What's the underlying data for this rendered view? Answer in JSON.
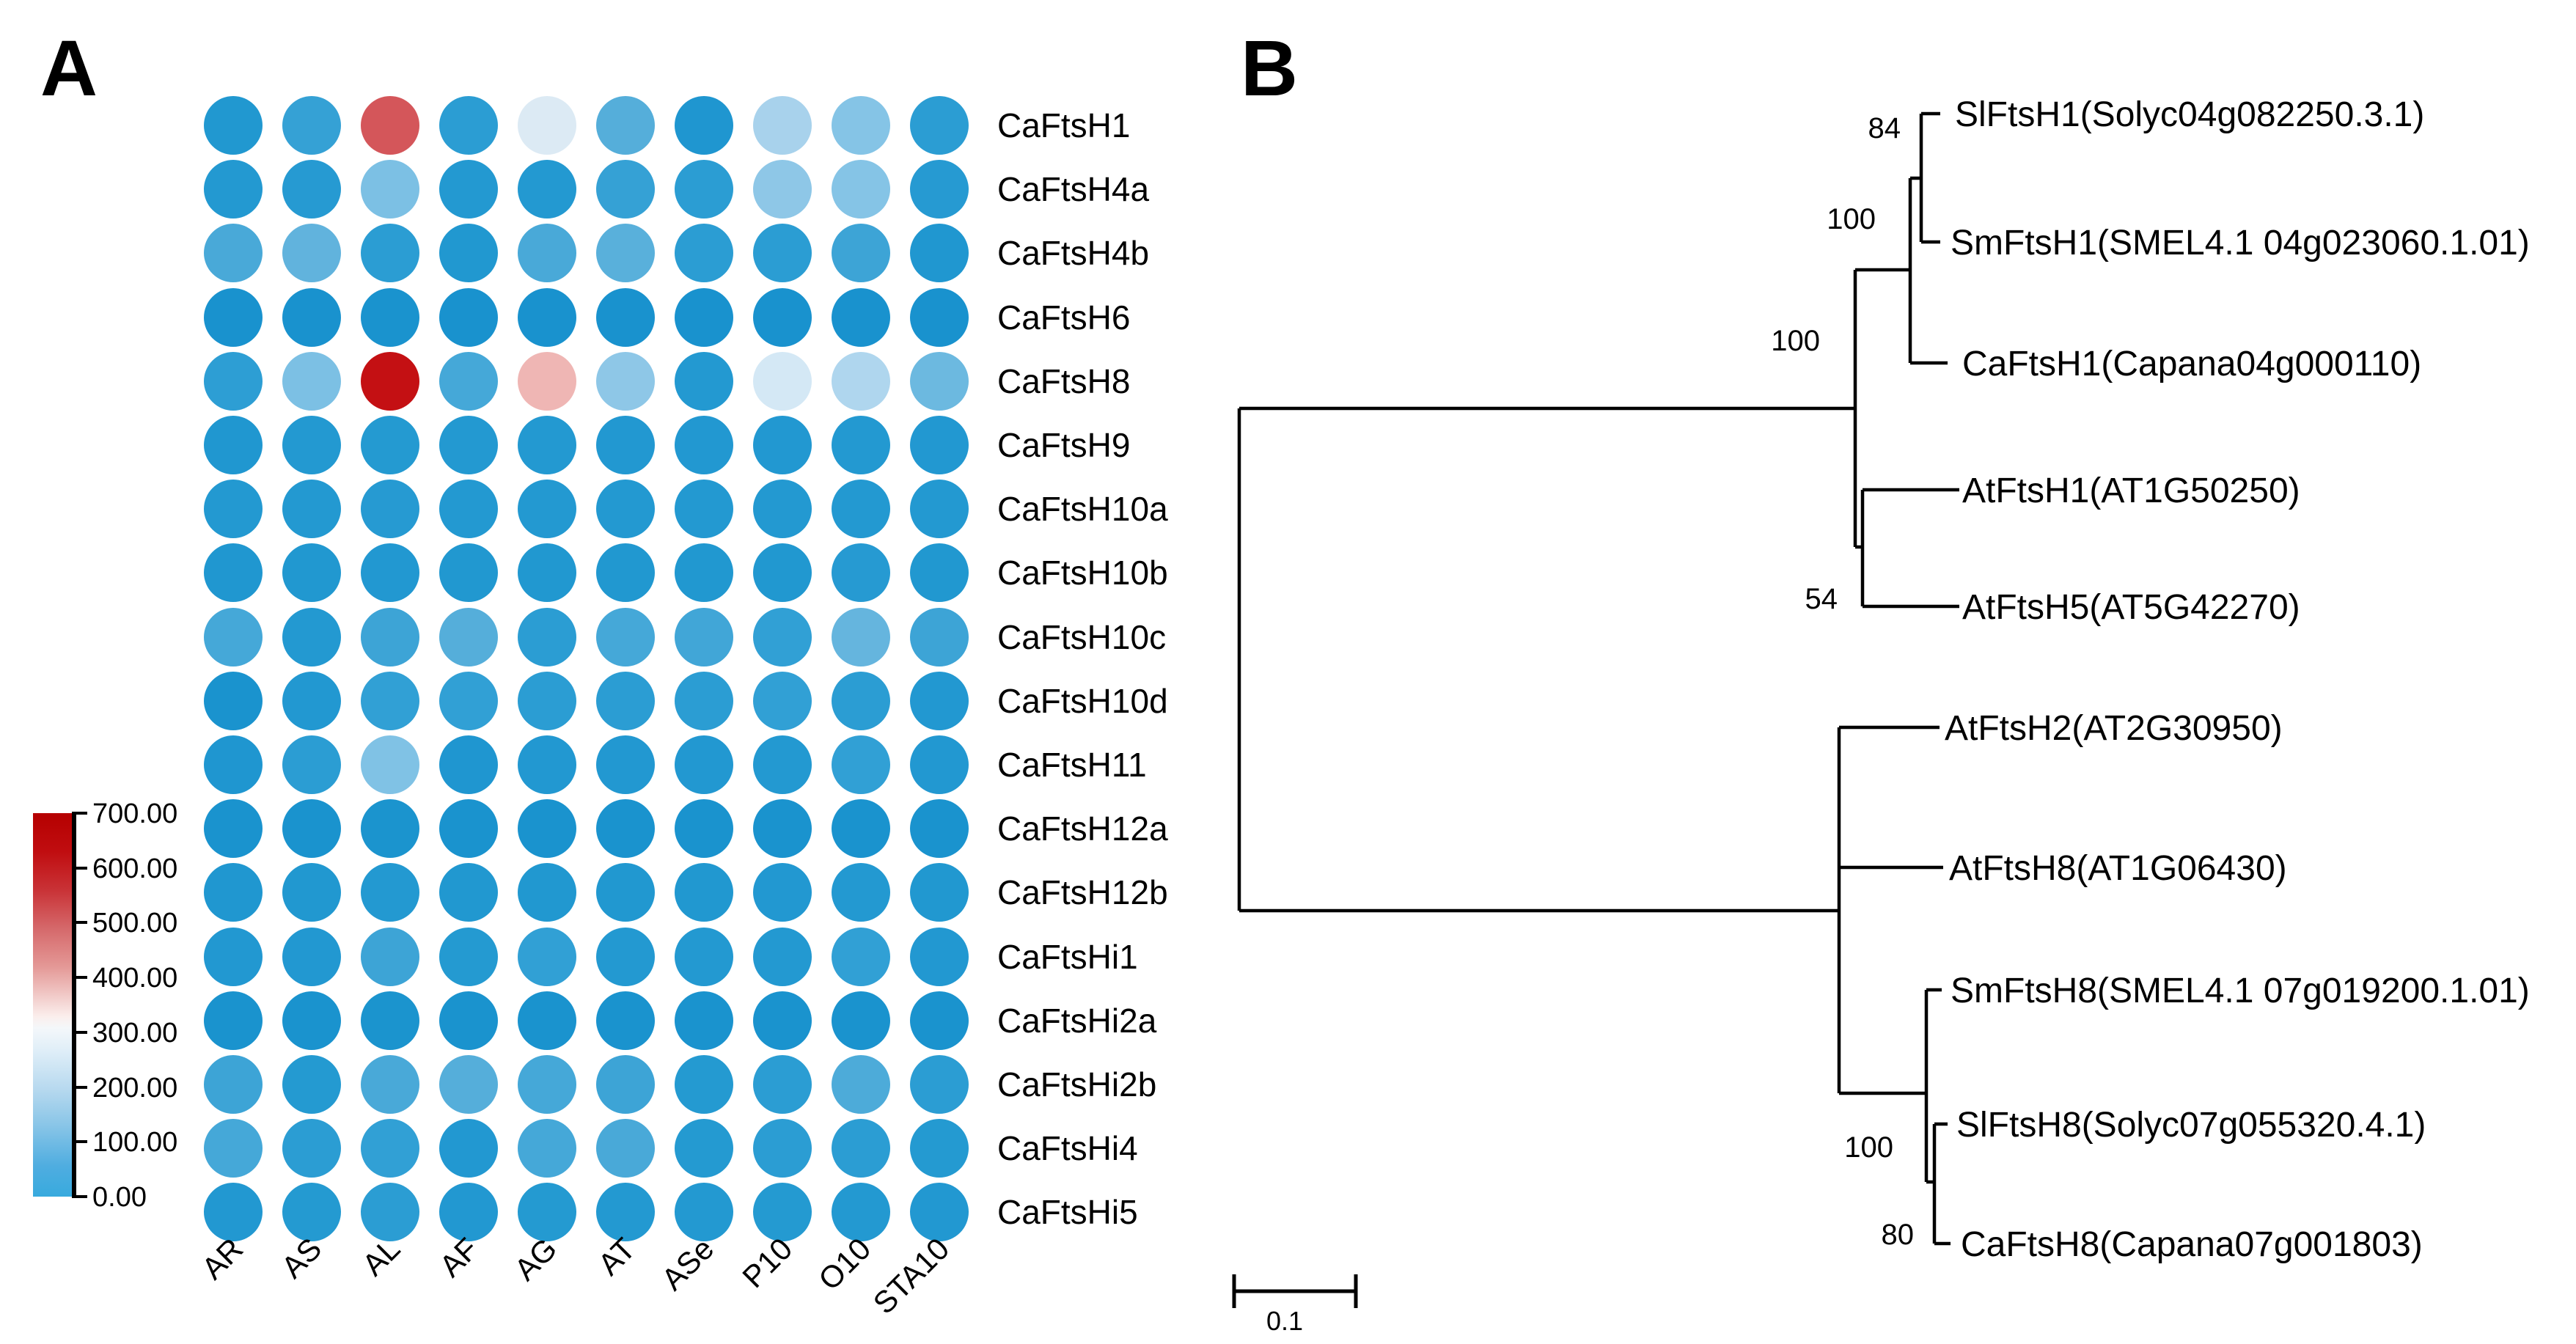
{
  "figure": {
    "panel_a_label": "A",
    "panel_b_label": "B",
    "background": "#ffffff"
  },
  "chart_data": [
    {
      "type": "heatmap",
      "panel": "A",
      "title": "",
      "description": "Dot-matrix heatmap of CaFtsH/CaFtsHi gene expression under ten treatments; dot color encodes expression (blue = low, white = mid, red = high).",
      "categories": [
        "AR",
        "AS",
        "AL",
        "AF",
        "AG",
        "AT",
        "ASe",
        "P10",
        "O10",
        "STA10"
      ],
      "rows": [
        "CaFtsH1",
        "CaFtsH4a",
        "CaFtsH4b",
        "CaFtsH6",
        "CaFtsH8",
        "CaFtsH9",
        "CaFtsH10a",
        "CaFtsH10b",
        "CaFtsH10c",
        "CaFtsH10d",
        "CaFtsH11",
        "CaFtsH12a",
        "CaFtsH12b",
        "CaFtsHi1",
        "CaFtsHi2a",
        "CaFtsHi2b",
        "CaFtsHi4",
        "CaFtsHi5"
      ],
      "values": [
        [
          50,
          110,
          560,
          90,
          320,
          150,
          40,
          250,
          210,
          90
        ],
        [
          60,
          70,
          200,
          60,
          60,
          110,
          90,
          220,
          210,
          70
        ],
        [
          135,
          165,
          90,
          50,
          135,
          155,
          90,
          90,
          120,
          45
        ],
        [
          10,
          10,
          15,
          10,
          10,
          10,
          10,
          10,
          10,
          10
        ],
        [
          100,
          200,
          690,
          130,
          430,
          220,
          60,
          310,
          260,
          180
        ],
        [
          45,
          60,
          65,
          60,
          60,
          55,
          55,
          55,
          60,
          55
        ],
        [
          60,
          60,
          70,
          60,
          60,
          60,
          60,
          60,
          60,
          60
        ],
        [
          45,
          50,
          55,
          50,
          50,
          50,
          50,
          50,
          70,
          50
        ],
        [
          130,
          60,
          120,
          150,
          90,
          130,
          125,
          105,
          170,
          120
        ],
        [
          15,
          55,
          105,
          105,
          90,
          90,
          90,
          105,
          90,
          55
        ],
        [
          40,
          90,
          205,
          40,
          55,
          55,
          55,
          60,
          105,
          55
        ],
        [
          15,
          15,
          20,
          15,
          15,
          15,
          15,
          15,
          15,
          15
        ],
        [
          45,
          50,
          60,
          50,
          50,
          50,
          50,
          55,
          60,
          50
        ],
        [
          55,
          55,
          120,
          65,
          105,
          60,
          60,
          60,
          105,
          55
        ],
        [
          15,
          15,
          20,
          15,
          15,
          15,
          15,
          15,
          15,
          15
        ],
        [
          120,
          65,
          135,
          150,
          130,
          120,
          65,
          90,
          140,
          90
        ],
        [
          130,
          90,
          105,
          55,
          130,
          135,
          65,
          90,
          90,
          65
        ],
        [
          55,
          65,
          90,
          55,
          65,
          60,
          60,
          65,
          60,
          55
        ]
      ],
      "value_note": "Values estimated from dot colors read against the 0.00-700.00 colorbar.",
      "colorbar": {
        "min": 0,
        "max": 700,
        "tick_labels": [
          "700.00",
          "600.00",
          "500.00",
          "400.00",
          "300.00",
          "200.00",
          "100.00",
          "0.00"
        ],
        "low_color": "#38aade",
        "mid_color": "#ffffff",
        "high_color": "#b50000"
      },
      "legend_position": "left-bottom",
      "grid": false
    },
    {
      "type": "tree",
      "panel": "B",
      "description": "Neighbor-joining phylogenetic tree of FtsH1/FtsH5 and FtsH2/FtsH8 proteins with bootstrap support values.",
      "tips": [
        "SlFtsH1(Solyc04g082250.3.1)",
        "SmFtsH1(SMEL4.1 04g023060.1.01)",
        "CaFtsH1(Capana04g000110)",
        "AtFtsH1(AT1G50250)",
        "AtFtsH5(AT5G42270)",
        "AtFtsH2(AT2G30950)",
        "AtFtsH8(AT1G06430)",
        "SmFtsH8(SMEL4.1 07g019200.1.01)",
        "SlFtsH8(Solyc07g055320.4.1)",
        "CaFtsH8(Capana07g001803)"
      ],
      "bootstrap_values": [
        "84",
        "100",
        "100",
        "54",
        "100",
        "80"
      ],
      "topology_newick": "((((SlFtsH1,SmFtsH1)84,CaFtsH1)100,(AtFtsH1,AtFtsH5)54)100,(AtFtsH2,AtFtsH8,(SmFtsH8,(SlFtsH8,CaFtsH8)80)100));",
      "scale_bar_label": "0.1"
    }
  ]
}
